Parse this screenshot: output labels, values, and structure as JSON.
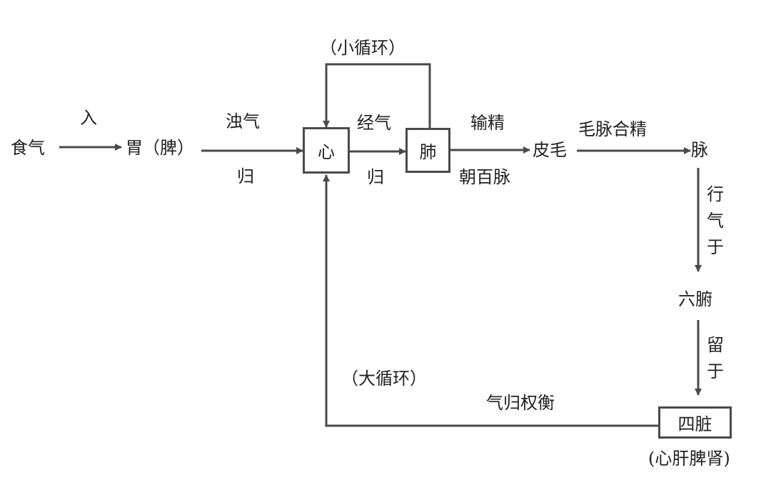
{
  "colors": {
    "line": "#4a4a4a",
    "text": "#222222",
    "background": "#ffffff"
  },
  "nodes": {
    "food_qi": "食气",
    "stomach": "胃（脾）",
    "heart": "心",
    "lung": "肺",
    "skin_hair": "皮毛",
    "vessel": "脉",
    "six_fu": "六腑",
    "four_zang": "四脏",
    "four_zang_note": "(心肝脾肾)"
  },
  "edge_labels": {
    "enter": "入",
    "turbid_qi": "浊气",
    "return_1": "归",
    "channel_qi": "经气",
    "return_2": "归",
    "transport_essence": "输精",
    "hundred_vessels": "朝百脉",
    "hair_vessel_essence": "毛脉合精",
    "move_qi_to": "行气于",
    "remain_in": "留于",
    "qi_balance": "气归权衡"
  },
  "loops": {
    "small": "（小循环）",
    "large": "（大循环）"
  }
}
